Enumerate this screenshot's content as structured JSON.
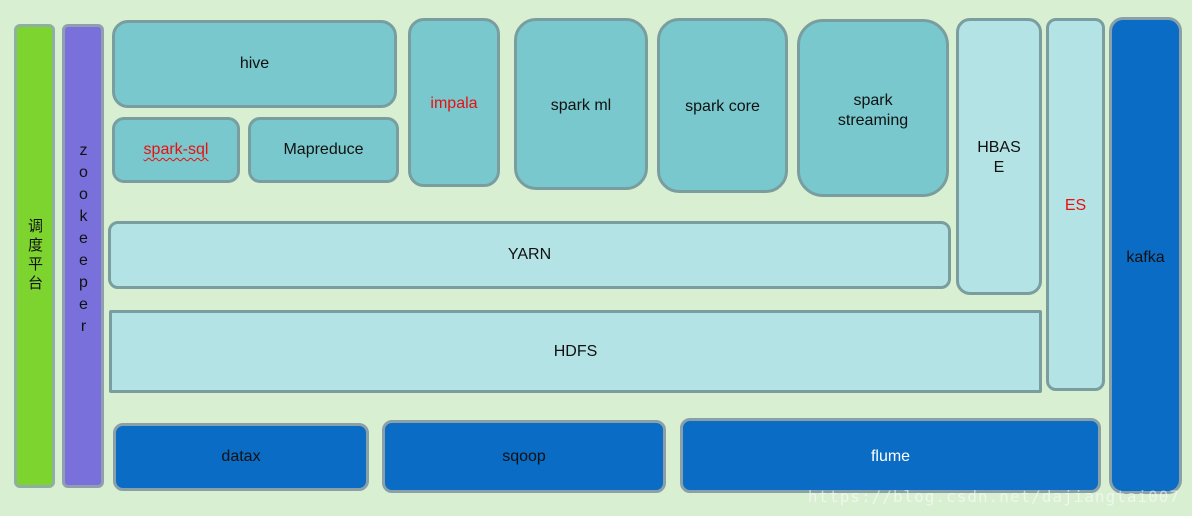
{
  "left_columns": {
    "scheduler": "调度平台",
    "zookeeper": "zookeeper"
  },
  "compute": {
    "hive": "hive",
    "spark_sql": "spark-sql",
    "mapreduce": "Mapreduce",
    "impala": "impala",
    "spark_ml": "spark ml",
    "spark_core": "spark core",
    "spark_streaming": "spark\nstreaming"
  },
  "hbase": "HBAS\nE",
  "es": "ES",
  "yarn": "YARN",
  "hdfs": "HDFS",
  "ingest": {
    "datax": "datax",
    "sqoop": "sqoop",
    "flume": "flume"
  },
  "kafka": "kafka",
  "watermark": "https://blog.csdn.net/dajiangtai007",
  "colors": {
    "background": "#d8efd2",
    "teal_box": "#78c8cd",
    "light_box": "#b3e3e4",
    "blue_box": "#0a6cc4",
    "green_column": "#7ed42e",
    "purple_column": "#7a70dc",
    "highlight_text": "#e81010"
  }
}
